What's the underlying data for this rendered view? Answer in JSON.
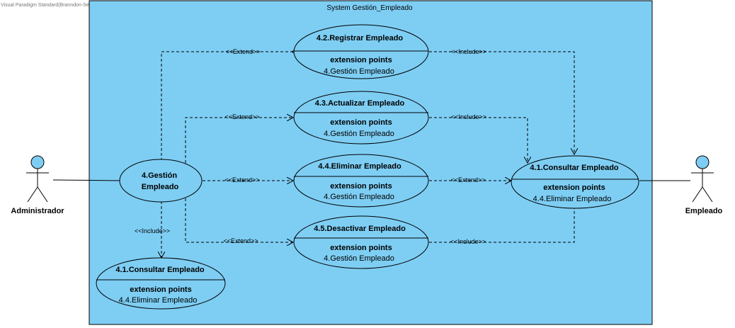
{
  "watermark": "Visual Paradigm Standard(Branndon-Sena(Sena))",
  "system": {
    "title": "System Gestión_Empleado"
  },
  "actors": {
    "admin": {
      "label": "Administrador"
    },
    "employee": {
      "label": "Empleado"
    }
  },
  "use_cases": {
    "gestion": {
      "line1": "4.Gestión",
      "line2": "Empleado"
    },
    "registrar": {
      "title": "4.2.Registrar Empleado",
      "ep_heading": "extension points",
      "ep_item": "4.Gestión Empleado"
    },
    "actualizar": {
      "title": "4.3.Actualizar Empleado",
      "ep_heading": "extension points",
      "ep_item": "4.Gestión Empleado"
    },
    "eliminar": {
      "title": "4.4.Eliminar Empleado",
      "ep_heading": "extension points",
      "ep_item": "4.Gestión Empleado"
    },
    "desactivar": {
      "title": "4.5.Desactivar Empleado",
      "ep_heading": "extension points",
      "ep_item": "4.Gestión Empleado"
    },
    "consultar_right": {
      "title": "4.1.Consultar Empleado",
      "ep_heading": "extension points",
      "ep_item": "4.4.Eliminar Empleado"
    },
    "consultar_left": {
      "title": "4.1.Consultar Empleado",
      "ep_heading": "extension points",
      "ep_item": "4.4.Eliminar Empleado"
    }
  },
  "relations": {
    "extend_registrar": "<<Extend>>",
    "include_registrar": "<<Include>>",
    "extend_actualizar": "<<Extend>>",
    "include_actualizar": "<<Include>>",
    "extend_eliminar": "<<Extend>>",
    "extend_eliminar_consultar": "<<Extend>>",
    "extend_desactivar": "<<Extend>>",
    "include_desactivar": "<<Include>>",
    "include_gestion_consultar": "<<Include>>"
  },
  "colors": {
    "system_fill": "#7ECEF4",
    "usecase_fill": "#7ECEF4",
    "actor_head_fill": "#7ECEF4",
    "line": "#000000"
  }
}
